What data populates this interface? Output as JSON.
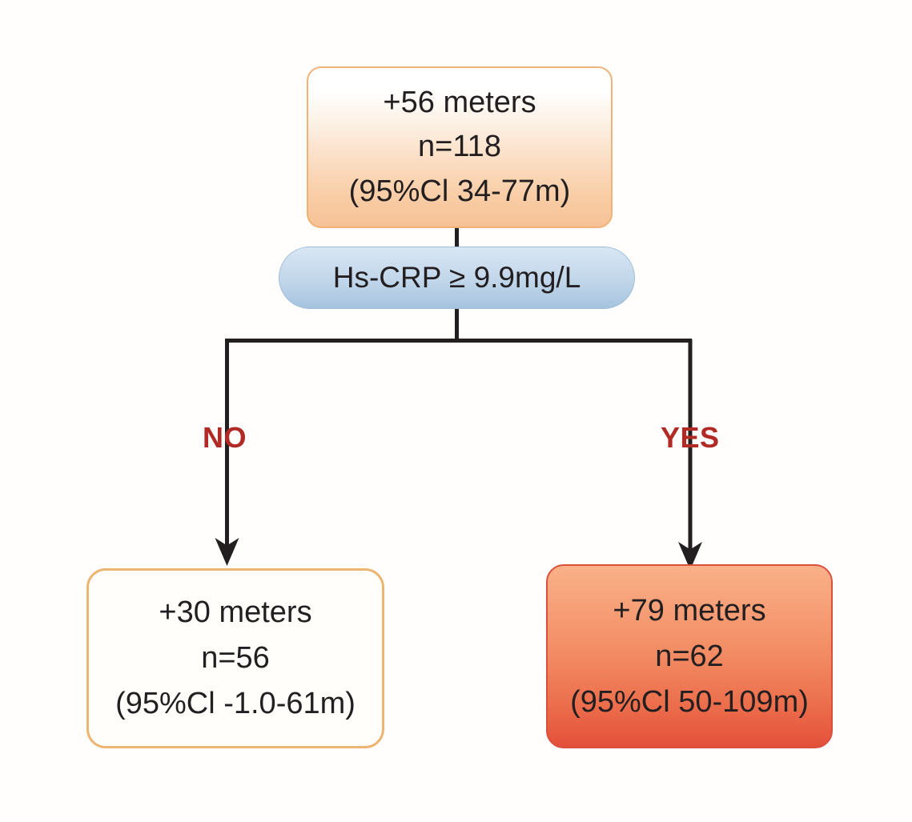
{
  "diagram": {
    "type": "decision-tree",
    "background_color": "#fffefc",
    "title": "",
    "nodes": {
      "root": {
        "id": "root",
        "role": "overall-outcome",
        "line1": "+56 meters",
        "line2": "n=118",
        "line3": "(95%Cl 34-77m)",
        "effect_meters": 56,
        "n": 118,
        "ci_low": 34,
        "ci_high": 77,
        "ci_level": "95%",
        "fill_top": "#ffffff",
        "fill_bottom": "#f7c195",
        "border_color": "#F0B278"
      },
      "decision": {
        "id": "decision",
        "role": "decision-criterion",
        "text": "Hs-CRP ≥ 9.9mg/L",
        "biomarker": "Hs-CRP",
        "operator": "≥",
        "threshold": "9.9mg/L",
        "fill_top": "#d9e7f4",
        "fill_bottom": "#a5c3de",
        "border_color": "#9FBDD8"
      },
      "no_outcome": {
        "id": "no-outcome",
        "role": "branch-outcome",
        "line1": "+30 meters",
        "line2": "n=56",
        "line3": "(95%Cl -1.0-61m)",
        "effect_meters": 30,
        "n": 56,
        "ci_low": -1.0,
        "ci_high": 61,
        "ci_level": "95%",
        "fill": "#fffefb",
        "border_color": "#EDB572"
      },
      "yes_outcome": {
        "id": "yes-outcome",
        "role": "branch-outcome",
        "line1": "+79 meters",
        "line2": "n=62",
        "line3": "(95%Cl 50-109m)",
        "effect_meters": 79,
        "n": 62,
        "ci_low": 50,
        "ci_high": 109,
        "ci_level": "95%",
        "fill_top": "#f9b187",
        "fill_bottom": "#e4503a",
        "border_color": "#D9503C"
      }
    },
    "branch_labels": {
      "no": "NO",
      "yes": "YES",
      "color": "#B22A25"
    },
    "connectors": {
      "stroke_color": "#231f20",
      "stroke_width": 4,
      "edges": [
        {
          "from": "root",
          "to": "decision",
          "kind": "plain-stem"
        },
        {
          "from": "decision",
          "to": "no_outcome",
          "kind": "elbow-arrow",
          "label": "NO"
        },
        {
          "from": "decision",
          "to": "yes_outcome",
          "kind": "elbow-arrow",
          "label": "YES"
        }
      ]
    }
  }
}
